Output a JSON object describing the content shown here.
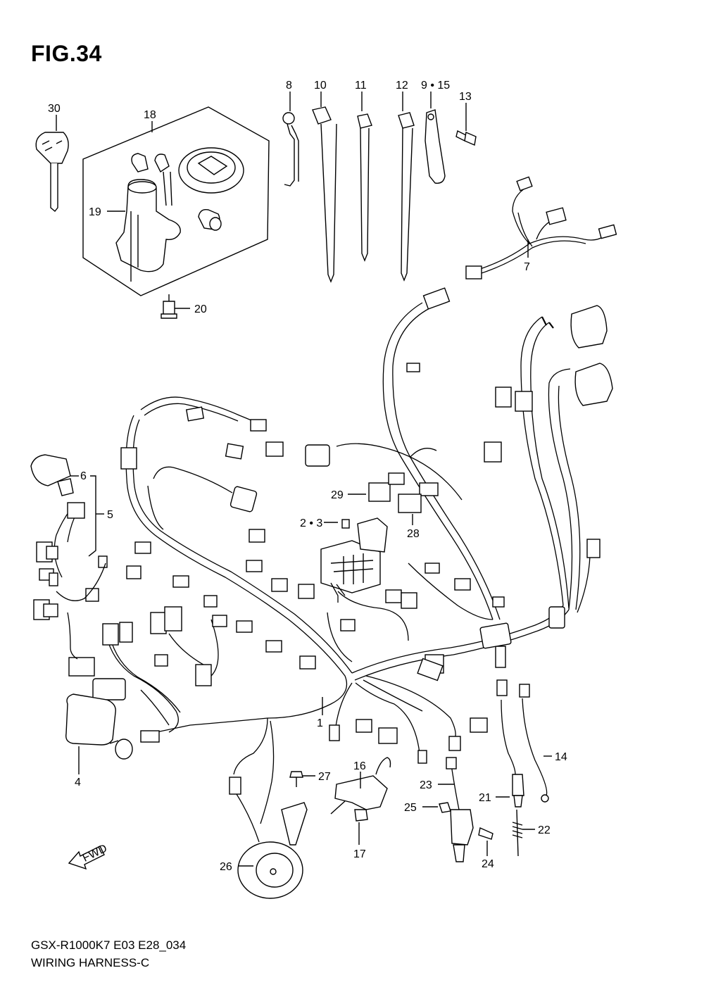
{
  "figure": {
    "title": "FIG.34"
  },
  "footer": {
    "model_code": "GSX-R1000K7 E03 E28_034",
    "caption": "WIRING HARNESS-C"
  },
  "fwd_label": "FWD",
  "callouts": [
    "1",
    "2 • 3",
    "4",
    "5",
    "6",
    "7",
    "8",
    "9 • 15",
    "10",
    "11",
    "12",
    "13",
    "14",
    "16",
    "17",
    "18",
    "19",
    "20",
    "21",
    "22",
    "23",
    "24",
    "25",
    "26",
    "27",
    "28",
    "29",
    "30"
  ]
}
